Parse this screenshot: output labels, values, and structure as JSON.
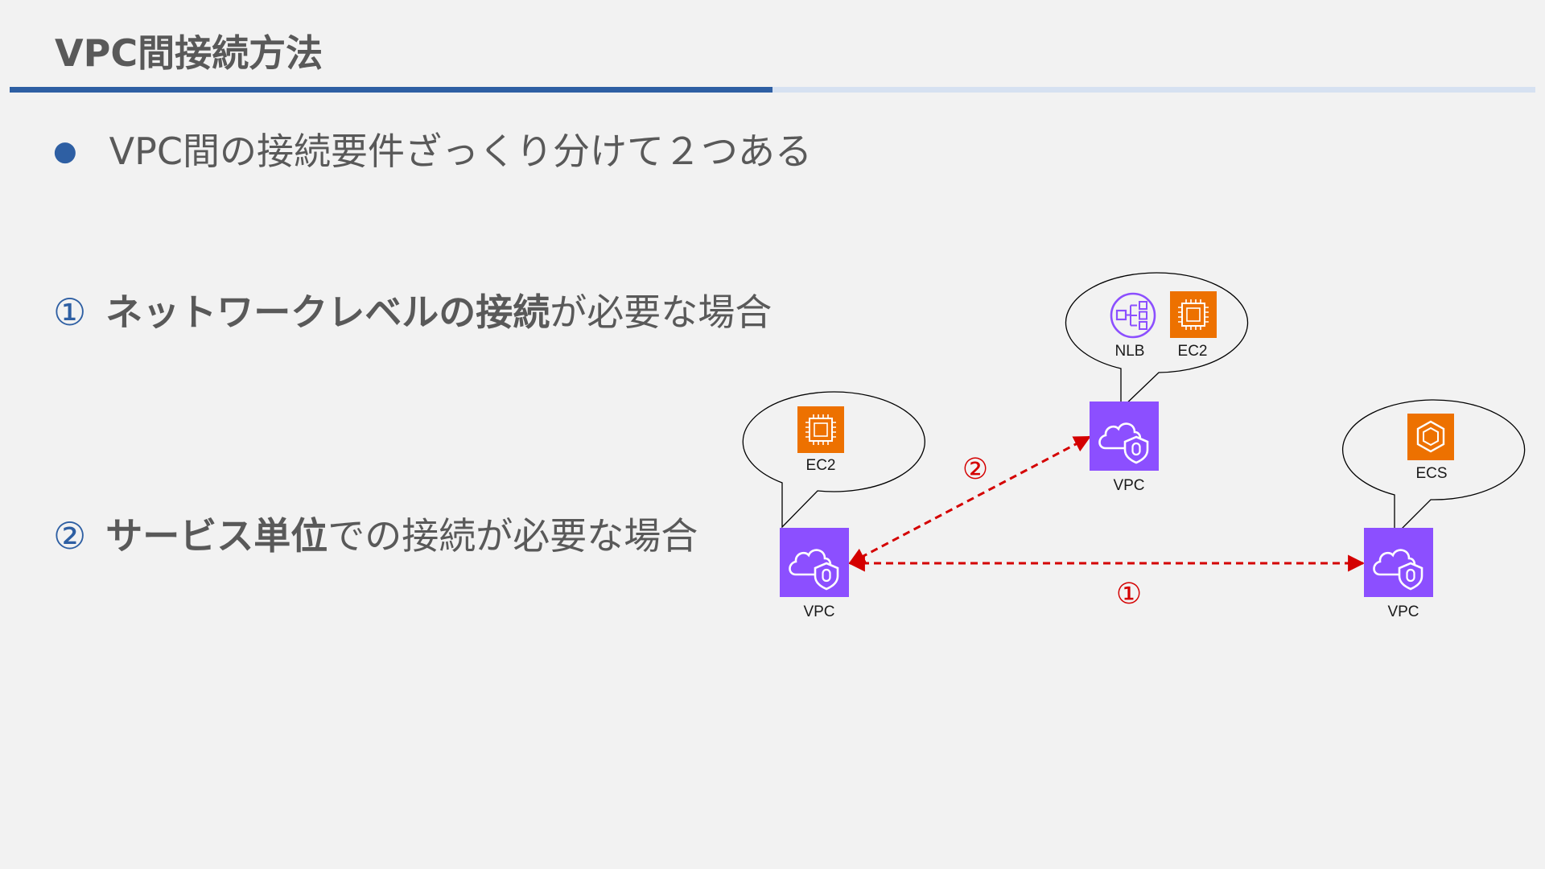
{
  "slide": {
    "title": "VPC間接続方法",
    "bullet": "VPC間の接続要件ざっくり分けて２つある",
    "item1": {
      "num": "①",
      "bold": "ネットワークレベルの接続",
      "rest": "が必要な場合"
    },
    "item2": {
      "num": "②",
      "bold": "サービス単位",
      "rest": "での接続が必要な場合"
    }
  },
  "diagram": {
    "vpc_left_label": "VPC",
    "vpc_top_label": "VPC",
    "vpc_right_label": "VPC",
    "ec2_left_label": "EC2",
    "nlb_label": "NLB",
    "ec2_top_label": "EC2",
    "ecs_label": "ECS",
    "conn1_label": "①",
    "conn2_label": "②"
  },
  "colors": {
    "vpc": "#8c4fff",
    "compute": "#ed7100",
    "nlb": "#8c4fff",
    "connection": "#d40000",
    "accent": "#2e5fa3"
  }
}
